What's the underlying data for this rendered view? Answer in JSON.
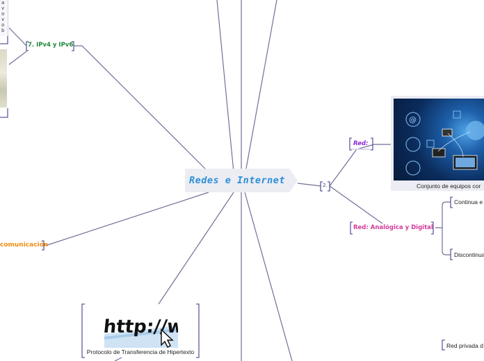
{
  "central_topic": "Redes e Internet",
  "ipv_node": "7. IPv4 y IPv6",
  "comunicacion_node": "comunicación",
  "number_badge": "2.",
  "red_node": "Red:",
  "red_image_caption": "Conjunto de equipos cor",
  "analog_node": "Red: Analógica y Digital",
  "continua_node": "Continua e",
  "discontinua_node": "Discontinua",
  "http_caption": "Protocolo de Transferencia de Hipertexto",
  "http_image_text": "http://www",
  "red_privada_node": "Red privada d",
  "left_edge_letters": "a\nv\no\nv\no\nb",
  "colors": {
    "link": "#6f6f9a",
    "bracket": "#5c5c9a",
    "central_fill": "#ececf4",
    "central_text": "#2a8fd6",
    "ipv_text": "#1f8a3a",
    "comunicacion_text": "#ef8c12",
    "red_text": "#8a2bd6",
    "analog_text": "#d23c9b"
  }
}
